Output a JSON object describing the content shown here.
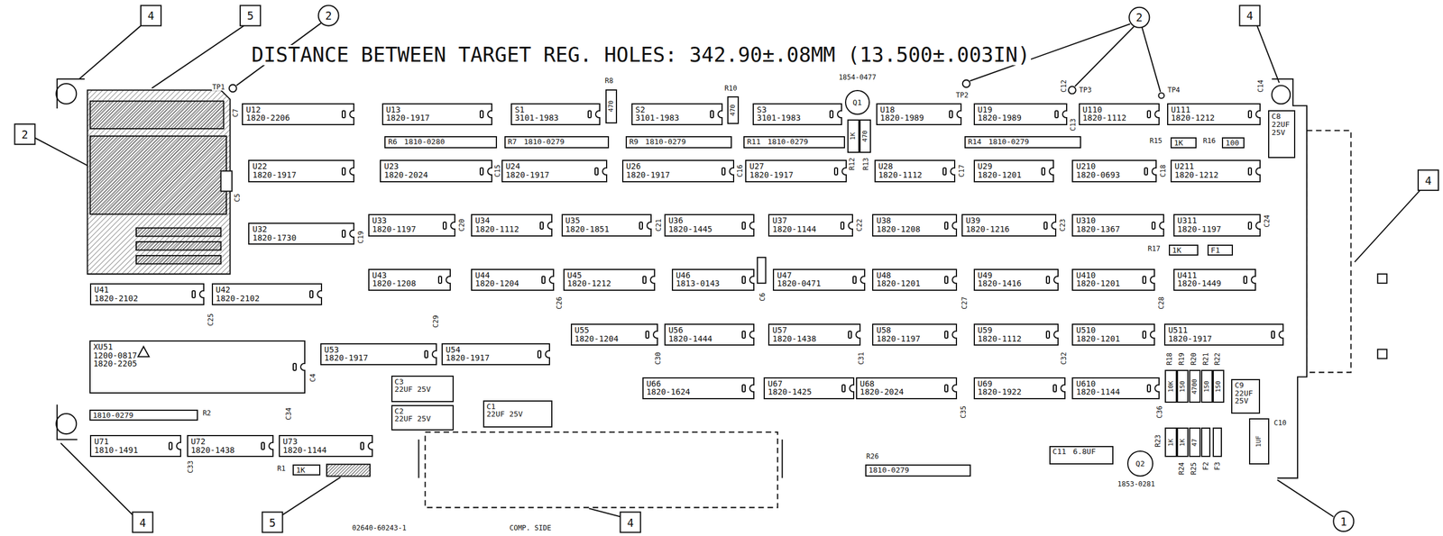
{
  "diagram": {
    "nodes": [
      {
        "text": [
          "U12",
          "1820-2206"
        ]
      },
      {
        "text": [
          "U13",
          "1820-1917"
        ]
      },
      {
        "text": [
          "S1",
          "3101-1983"
        ]
      },
      {
        "text": [
          "S2",
          "3101-1983"
        ]
      },
      {
        "text": [
          "S3",
          "3101-1983"
        ]
      },
      {
        "text": [
          "Q1",
          "1854-0477"
        ]
      },
      {
        "text": [
          "U18",
          "1820-1989"
        ]
      },
      {
        "text": [
          "U19",
          "1820-1989"
        ]
      },
      {
        "text": [
          "U110",
          "1820-1112"
        ]
      },
      {
        "text": [
          "U111",
          "1820-1212"
        ]
      },
      {
        "text": [
          "R8",
          "470"
        ]
      },
      {
        "text": [
          "R10",
          "470"
        ]
      },
      {
        "text": [
          "R6",
          "1810-0280"
        ]
      },
      {
        "text": [
          "R7",
          "1810-0279"
        ]
      },
      {
        "text": [
          "R9",
          "1810-0279"
        ]
      },
      {
        "text": [
          "R11",
          "1810-0279"
        ]
      },
      {
        "text": [
          "R12",
          "1K"
        ]
      },
      {
        "text": [
          "R13",
          "470"
        ]
      },
      {
        "text": [
          "R14",
          "1810-0279"
        ]
      },
      {
        "text": [
          "R15",
          "1K"
        ]
      },
      {
        "text": [
          "R16",
          "100"
        ]
      },
      {
        "text": [
          "C8",
          "22UF 25V"
        ]
      },
      {
        "text": [
          "U22",
          "1820-1917"
        ]
      },
      {
        "text": [
          "U23",
          "1820-2024"
        ]
      },
      {
        "text": [
          "U24",
          "1820-1917"
        ]
      },
      {
        "text": [
          "U26",
          "1820-1917"
        ]
      },
      {
        "text": [
          "U27",
          "1820-1917"
        ]
      },
      {
        "text": [
          "U28",
          "1820-1112"
        ]
      },
      {
        "text": [
          "U29",
          "1820-1201"
        ]
      },
      {
        "text": [
          "U210",
          "1820-0693"
        ]
      },
      {
        "text": [
          "U211",
          "1820-1212"
        ]
      },
      {
        "text": [
          "U32",
          "1820-1730"
        ]
      },
      {
        "text": [
          "U33",
          "1820-1197"
        ]
      },
      {
        "text": [
          "U34",
          "1820-1112"
        ]
      },
      {
        "text": [
          "U35",
          "1820-1851"
        ]
      },
      {
        "text": [
          "U36",
          "1820-1445"
        ]
      },
      {
        "text": [
          "U37",
          "1820-1144"
        ]
      },
      {
        "text": [
          "U38",
          "1820-1208"
        ]
      },
      {
        "text": [
          "U39",
          "1820-1216"
        ]
      },
      {
        "text": [
          "U310",
          "1820-1367"
        ]
      },
      {
        "text": [
          "U311",
          "1820-1197"
        ]
      },
      {
        "text": [
          "R17",
          "1K"
        ]
      },
      {
        "text": [
          "F1"
        ]
      },
      {
        "text": [
          "U41",
          "1820-2102"
        ]
      },
      {
        "text": [
          "U42",
          "1820-2102"
        ]
      },
      {
        "text": [
          "U43",
          "1820-1208"
        ]
      },
      {
        "text": [
          "U44",
          "1820-1204"
        ]
      },
      {
        "text": [
          "U45",
          "1820-1212"
        ]
      },
      {
        "text": [
          "U46",
          "1813-0143"
        ]
      },
      {
        "text": [
          "U47",
          "1820-0471"
        ]
      },
      {
        "text": [
          "U48",
          "1820-1201"
        ]
      },
      {
        "text": [
          "U49",
          "1820-1416"
        ]
      },
      {
        "text": [
          "U410",
          "1820-1201"
        ]
      },
      {
        "text": [
          "U411",
          "1820-1449"
        ]
      },
      {
        "text": [
          "U55",
          "1820-1204"
        ]
      },
      {
        "text": [
          "U56",
          "1820-1444"
        ]
      },
      {
        "text": [
          "U57",
          "1820-1438"
        ]
      },
      {
        "text": [
          "U58",
          "1820-1197"
        ]
      },
      {
        "text": [
          "U59",
          "1820-1112"
        ]
      },
      {
        "text": [
          "U510",
          "1820-1201"
        ]
      },
      {
        "text": [
          "U511",
          "1820-1917"
        ]
      },
      {
        "text": [
          "XU51",
          "1200-0817",
          "1820-2205"
        ]
      },
      {
        "text": [
          "U53",
          "1820-1917"
        ]
      },
      {
        "text": [
          "U54",
          "1820-1917"
        ]
      },
      {
        "text": [
          "C3",
          "22UF 25V"
        ]
      },
      {
        "text": [
          "U66",
          "1820-1624"
        ]
      },
      {
        "text": [
          "U67",
          "1820-1425"
        ]
      },
      {
        "text": [
          "U68",
          "1820-2024"
        ]
      },
      {
        "text": [
          "U69",
          "1820-1922"
        ]
      },
      {
        "text": [
          "U610",
          "1820-1144"
        ]
      },
      {
        "text": [
          "R18",
          "10K"
        ]
      },
      {
        "text": [
          "R19",
          "150"
        ]
      },
      {
        "text": [
          "R20",
          "4700"
        ]
      },
      {
        "text": [
          "R21",
          "150"
        ]
      },
      {
        "text": [
          "R22",
          "150"
        ]
      },
      {
        "text": [
          "C9",
          "22UF 25V"
        ]
      },
      {
        "text": [
          "R2",
          "1810-0279"
        ]
      },
      {
        "text": [
          "C2",
          "22UF 25V"
        ]
      },
      {
        "text": [
          "C1",
          "22UF 25V"
        ]
      },
      {
        "text": [
          "C10",
          "1UF"
        ]
      },
      {
        "text": [
          "U71",
          "1810-1491"
        ]
      },
      {
        "text": [
          "U72",
          "1820-1438"
        ]
      },
      {
        "text": [
          "U73",
          "1820-1144"
        ]
      },
      {
        "text": [
          "R23",
          "1K"
        ]
      },
      {
        "text": [
          "R24",
          "1K"
        ]
      },
      {
        "text": [
          "R25",
          "47"
        ]
      },
      {
        "text": [
          "F2"
        ]
      },
      {
        "text": [
          "F3"
        ]
      },
      {
        "text": [
          "C11",
          "6.8UF"
        ]
      },
      {
        "text": [
          "Q2",
          "1853-0281"
        ]
      },
      {
        "text": [
          "R1",
          "1K"
        ]
      },
      {
        "text": [
          "R26",
          "1810-0279"
        ]
      }
    ],
    "labels": [
      "DISTANCE BETWEEN TARGET REG. HOLES: 342.90±.08MM (13.500±.003IN)",
      "4",
      "5",
      "2",
      "2",
      "4",
      "2",
      "4",
      "4",
      "5",
      "4",
      "1",
      "TP1",
      "TP2",
      "TP3",
      "TP4",
      "C7",
      "C15",
      "C16",
      "C17",
      "C18",
      "C19",
      "C20",
      "C21",
      "C22",
      "C23",
      "C24",
      "C25",
      "C26",
      "C27",
      "C28",
      "C29",
      "C30",
      "C31",
      "C32",
      "C33",
      "C34",
      "C35",
      "C36",
      "C4",
      "C5",
      "C6",
      "C12",
      "C13",
      "C14",
      "02640-60243-1",
      "COMP. SIDE"
    ]
  }
}
